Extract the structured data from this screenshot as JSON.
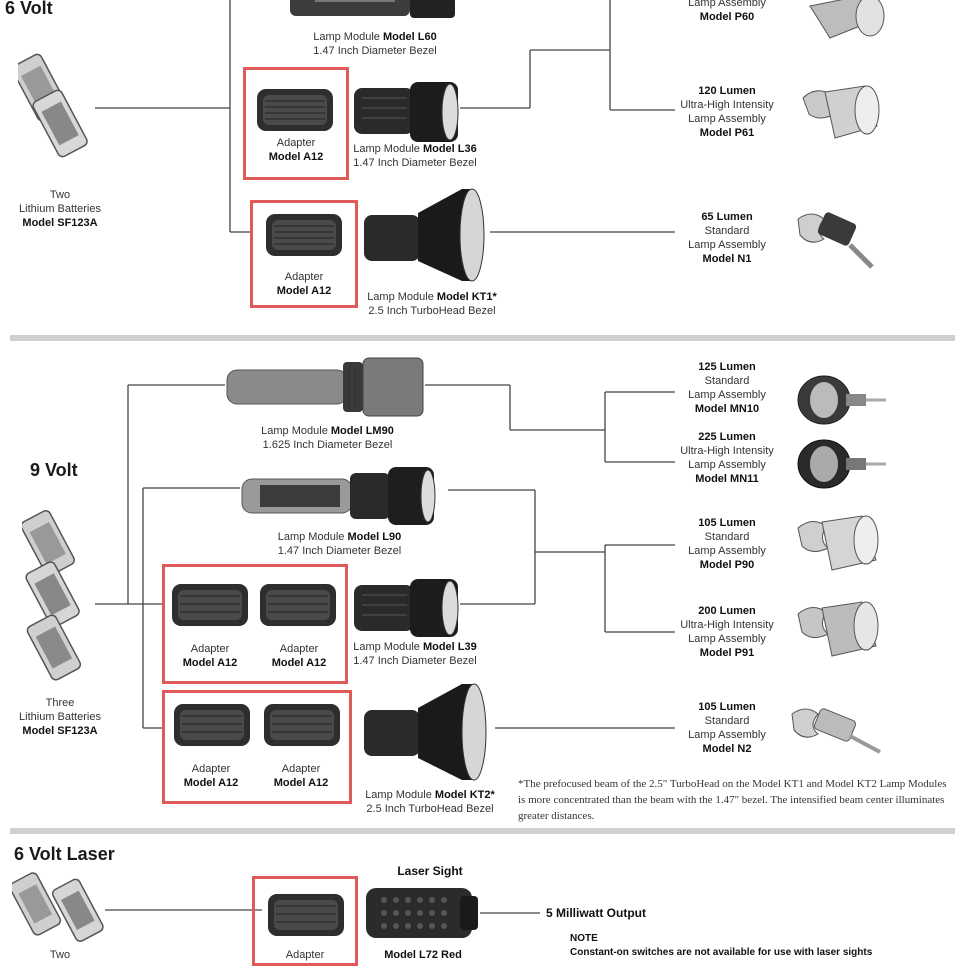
{
  "sections": {
    "six_volt": {
      "heading": "6 Volt",
      "batteries": [
        "Two",
        "Lithium Batteries",
        "Model SF123A"
      ],
      "lamp_l60": [
        "Lamp Module ",
        "Model L60",
        "1.47 Inch Diameter Bezel"
      ],
      "lamp_l36": [
        "Lamp Module ",
        "Model L36",
        "1.47 Inch Diameter Bezel"
      ],
      "lamp_kt1": [
        "Lamp Module ",
        "Model KT1*",
        "2.5 Inch TurboHead Bezel"
      ],
      "adapter_1": [
        "Adapter",
        "Model A12"
      ],
      "adapter_2": [
        "Adapter",
        "Model A12"
      ],
      "p60": [
        "Lamp Assembly",
        "Model P60"
      ],
      "p61": [
        "120 Lumen",
        "Ultra-High Intensity",
        "Lamp Assembly",
        "Model P61"
      ],
      "n1": [
        "65 Lumen",
        "Standard",
        "Lamp Assembly",
        "Model N1"
      ]
    },
    "nine_volt": {
      "heading": "9 Volt",
      "batteries": [
        "Three",
        "Lithium Batteries",
        "Model SF123A"
      ],
      "lamp_lm90": [
        "Lamp Module ",
        "Model LM90",
        "1.625 Inch Diameter Bezel"
      ],
      "lamp_l90": [
        "Lamp Module ",
        "Model L90",
        "1.47 Inch Diameter Bezel"
      ],
      "lamp_l39": [
        "Lamp Module ",
        "Model L39",
        "1.47 Inch Diameter Bezel"
      ],
      "lamp_kt2": [
        "Lamp Module ",
        "Model KT2*",
        "2.5 Inch TurboHead Bezel"
      ],
      "adapters": [
        "Adapter",
        "Model A12"
      ],
      "mn10": [
        "125 Lumen",
        "Standard",
        "Lamp Assembly",
        "Model MN10"
      ],
      "mn11": [
        "225 Lumen",
        "Ultra-High Intensity",
        "Lamp Assembly",
        "Model MN11"
      ],
      "p90": [
        "105 Lumen",
        "Standard",
        "Lamp Assembly",
        "Model P90"
      ],
      "p91": [
        "200 Lumen",
        "Ultra-High Intensity",
        "Lamp Assembly",
        "Model P91"
      ],
      "n2": [
        "105 Lumen",
        "Standard",
        "Lamp Assembly",
        "Model N2"
      ],
      "footnote": "*The prefocused beam of the 2.5\" TurboHead on the Model KT1 and Model KT2 Lamp Modules is more concentrated than the beam with the 1.47\" bezel. The intensified beam center illuminates greater distances."
    },
    "laser": {
      "heading": "6 Volt Laser",
      "laser_sight": "Laser Sight",
      "output": "5 Milliwatt Output",
      "batteries_first": "Two",
      "adapter": "Adapter",
      "model": "Model L72 Red",
      "note_title": "NOTE",
      "note_text": "Constant-on switches are not available for use with laser sights"
    }
  },
  "colors": {
    "highlight": "#e05a5a",
    "separator": "#cfcfcf",
    "line": "#444444"
  },
  "icons": [
    "battery-icon",
    "adapter-icon",
    "lamp-module-icon",
    "lamp-assembly-icon",
    "laser-sight-icon"
  ]
}
